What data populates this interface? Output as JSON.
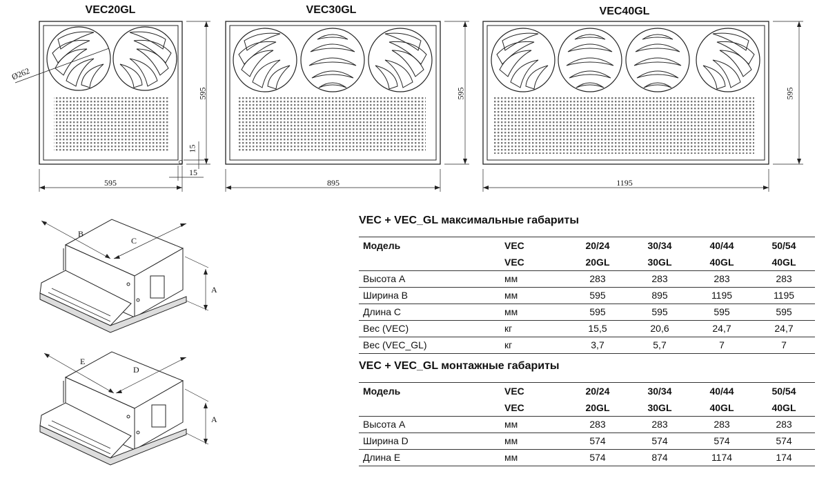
{
  "units": [
    {
      "title": "VEC20GL",
      "width_label": "595",
      "height_label": "595",
      "fans": 2,
      "diameter_label": "Ø262",
      "margin_label_v": "15",
      "margin_label_h": "15"
    },
    {
      "title": "VEC30GL",
      "width_label": "895",
      "height_label": "595",
      "fans": 3
    },
    {
      "title": "VEC40GL",
      "width_label": "1195",
      "height_label": "595",
      "fans": 4
    }
  ],
  "iso": {
    "top": {
      "label_b": "B",
      "label_c": "C",
      "label_a": "A"
    },
    "bottom": {
      "label_e": "E",
      "label_d": "D",
      "label_a": "A"
    }
  },
  "table_max": {
    "title": "VEC + VEC_GL максимальные габариты",
    "header_left": "Модель",
    "header_unit_1": "VEC",
    "header_unit_2": "VEC",
    "columns": [
      {
        "line1": "20/24",
        "line2": "20GL"
      },
      {
        "line1": "30/34",
        "line2": "30GL"
      },
      {
        "line1": "40/44",
        "line2": "40GL"
      },
      {
        "line1": "50/54",
        "line2": "40GL"
      }
    ],
    "rows": [
      {
        "name": "Высота A",
        "unit": "мм",
        "values": [
          "283",
          "283",
          "283",
          "283"
        ]
      },
      {
        "name": "Ширина B",
        "unit": "мм",
        "values": [
          "595",
          "895",
          "1195",
          "1195"
        ]
      },
      {
        "name": "Длина C",
        "unit": "мм",
        "values": [
          "595",
          "595",
          "595",
          "595"
        ]
      },
      {
        "name": "Вес (VEC)",
        "unit": "кг",
        "values": [
          "15,5",
          "20,6",
          "24,7",
          "24,7"
        ]
      },
      {
        "name": "Вес (VEC_GL)",
        "unit": "кг",
        "values": [
          "3,7",
          "5,7",
          "7",
          "7"
        ]
      }
    ]
  },
  "table_mount": {
    "title": "VEC + VEC_GL монтажные габариты",
    "header_left": "Модель",
    "header_unit_1": "VEC",
    "header_unit_2": "VEC",
    "columns": [
      {
        "line1": "20/24",
        "line2": "20GL"
      },
      {
        "line1": "30/34",
        "line2": "30GL"
      },
      {
        "line1": "40/44",
        "line2": "40GL"
      },
      {
        "line1": "50/54",
        "line2": "40GL"
      }
    ],
    "rows": [
      {
        "name": "Высота A",
        "unit": "мм",
        "values": [
          "283",
          "283",
          "283",
          "283"
        ]
      },
      {
        "name": "Ширина D",
        "unit": "мм",
        "values": [
          "574",
          "574",
          "574",
          "574"
        ]
      },
      {
        "name": "Длина E",
        "unit": "мм",
        "values": [
          "574",
          "874",
          "1174",
          "174"
        ]
      }
    ]
  }
}
